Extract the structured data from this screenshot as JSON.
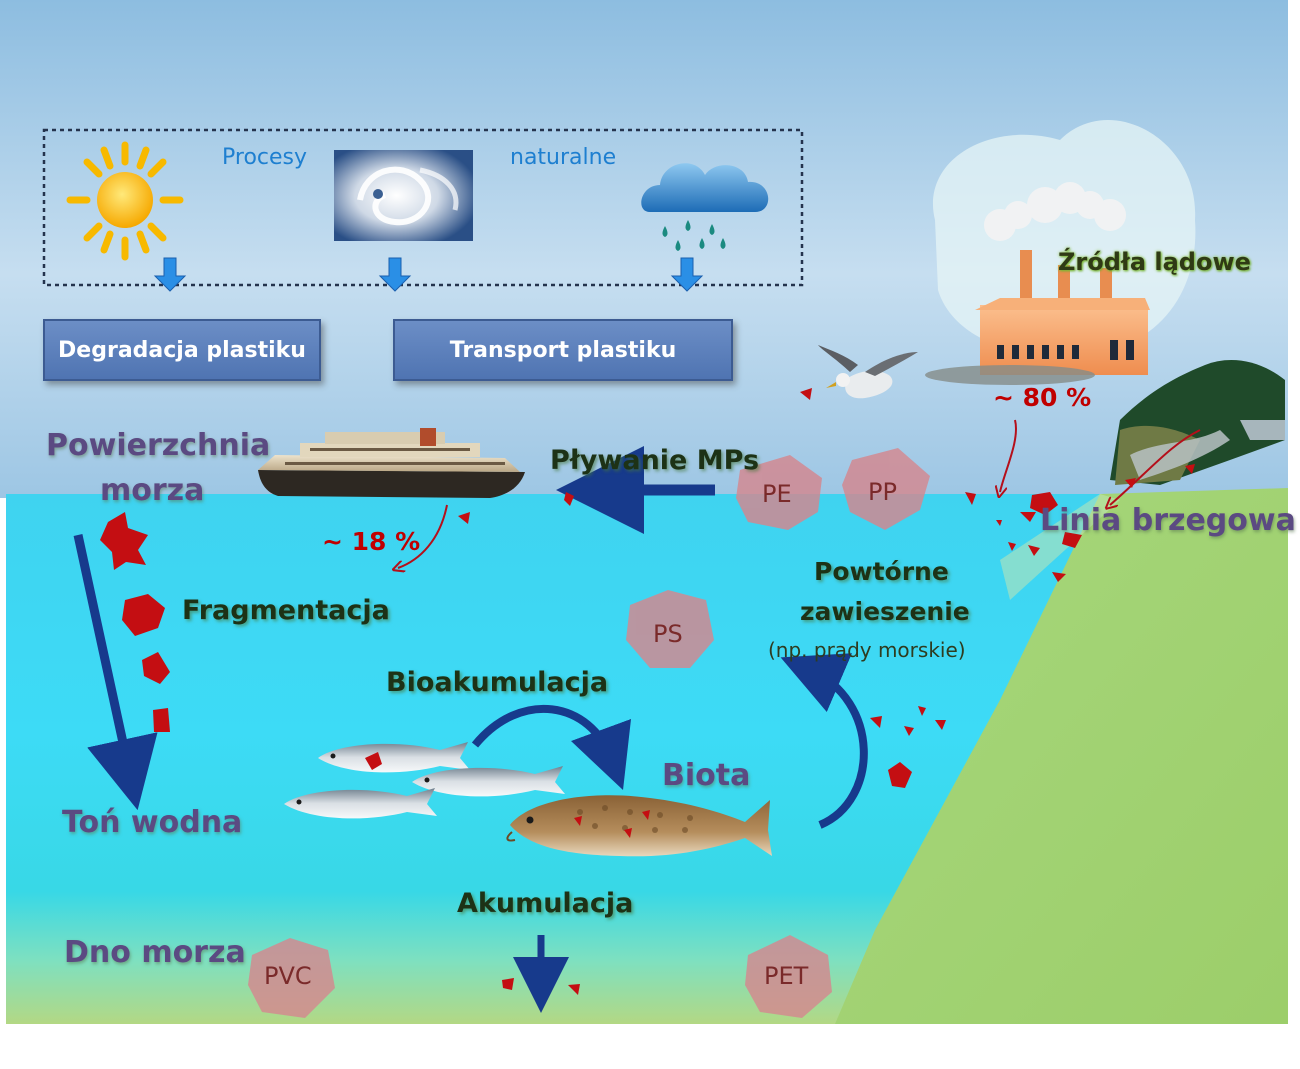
{
  "natural_processes": {
    "word1": "Procesy",
    "word2": "naturalne"
  },
  "process_boxes": {
    "degradation": "Degradacja plastiku",
    "transport": "Transport plastiku"
  },
  "zones": {
    "surface_line1": "Powierzchnia",
    "surface_line2": "morza",
    "water_column": "Toń wodna",
    "sea_floor": "Dno morza",
    "shoreline": "Linia brzegowa",
    "land_sources": "Źródła lądowe"
  },
  "processes": {
    "floating": "Pływanie MPs",
    "fragmentation": "Fragmentacja",
    "bioaccumulation": "Bioakumulacja",
    "biota": "Biota",
    "accumulation": "Akumulacja",
    "resuspension_line1": "Powtórne",
    "resuspension_line2": "zawieszenie",
    "resuspension_note": "(np. prądy morskie)"
  },
  "percentages": {
    "ships": "~ 18 %",
    "land": "~ 80 %"
  },
  "polymers": {
    "pe": "PE",
    "pp": "PP",
    "ps": "PS",
    "pvc": "PVC",
    "pet": "PET"
  },
  "colors": {
    "sky": "#a9cde7",
    "water": "#3fd6f2",
    "land": "#9fd36a",
    "box": "#5a7fbe",
    "microplastic": "#c40e12",
    "arrow": "#173a8c",
    "polymer_blob": "#d48c92"
  },
  "icons": [
    "sun-icon",
    "hurricane-icon",
    "rain-cloud-icon",
    "factory-icon",
    "seagull-icon",
    "ship-icon",
    "fish-icon",
    "cod-icon",
    "mountain-icon"
  ]
}
